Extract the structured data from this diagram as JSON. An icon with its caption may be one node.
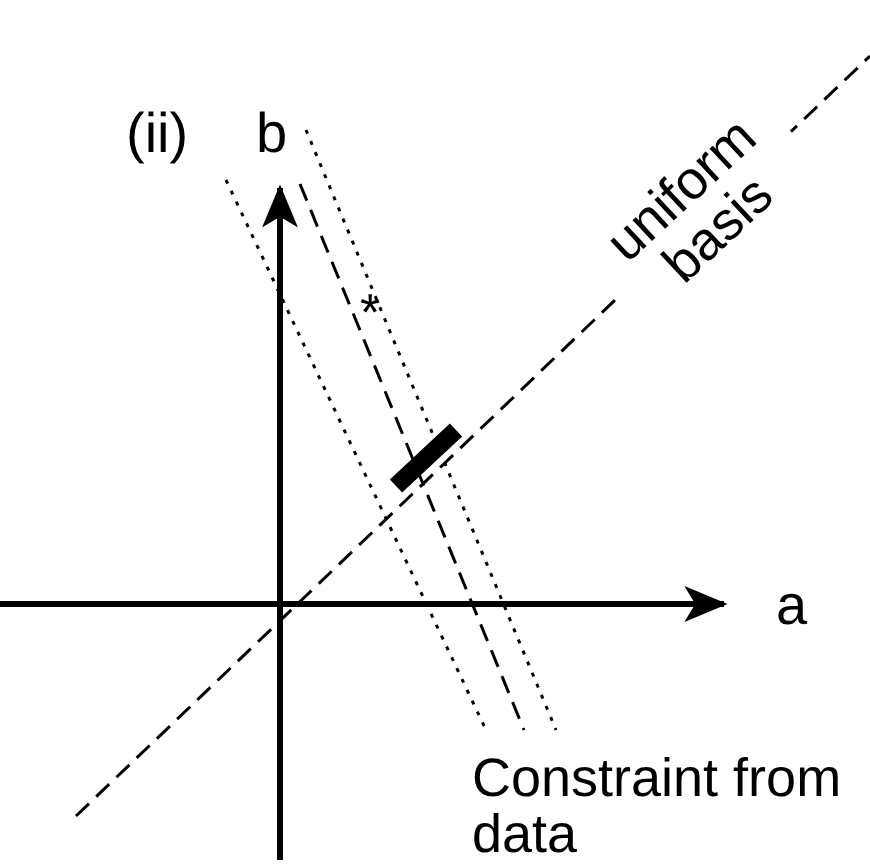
{
  "diagram": {
    "labels": [
      "(ii)",
      "b",
      "uniform basis",
      "*",
      "a",
      "Constraint from data"
    ]
  }
}
